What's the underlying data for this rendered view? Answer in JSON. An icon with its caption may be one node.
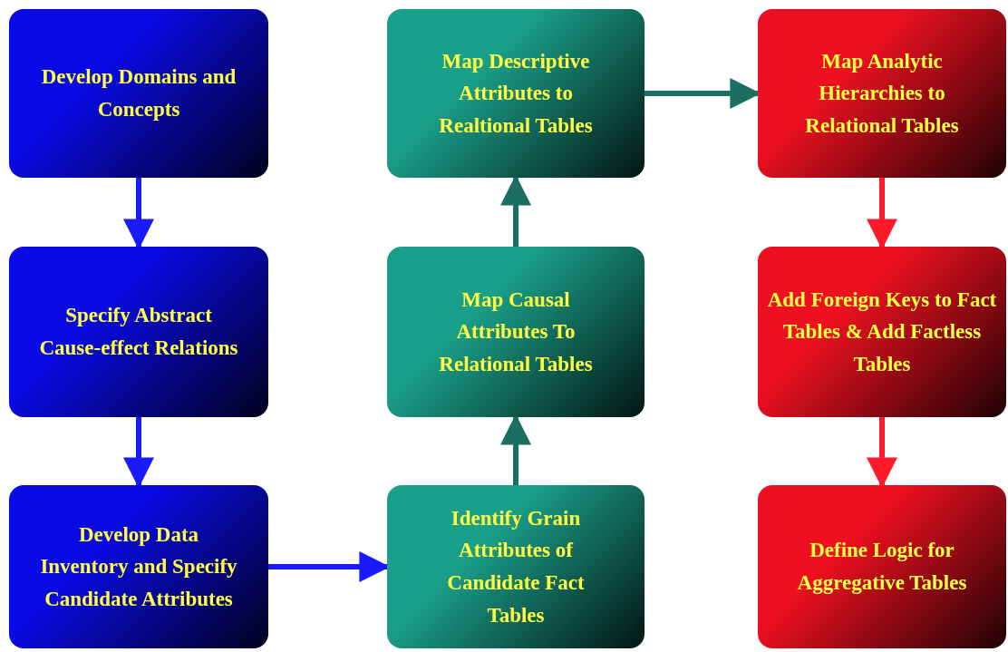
{
  "diagram": {
    "nodes": [
      {
        "text": [
          "Develop Domains and Concepts"
        ]
      },
      {
        "text": [
          "Specify Abstract Cause-effect Relations"
        ]
      },
      {
        "text": [
          "Develop Data Inventory and Specify Candidate Attributes"
        ]
      },
      {
        "text": [
          "Identify Grain Attributes of Candidate Fact Tables"
        ]
      },
      {
        "text": [
          "Map Causal Attributes To Relational Tables"
        ]
      },
      {
        "text": [
          "Map Descriptive Attributes to Realtional Tables"
        ]
      },
      {
        "text": [
          "Map Analytic Hierarchies to Relational Tables"
        ]
      },
      {
        "text": [
          "Add Foreign Keys to Fact Tables & Add Factless Tables"
        ]
      },
      {
        "text": [
          "Define Logic for Aggregative Tables"
        ]
      }
    ],
    "edges": [
      {
        "from": 0,
        "to": 1,
        "arrow": "to",
        "color": "#1a1aff"
      },
      {
        "from": 1,
        "to": 2,
        "arrow": "to",
        "color": "#1a1aff"
      },
      {
        "from": 2,
        "to": 3,
        "arrow": "to",
        "color": "#1a1aff"
      },
      {
        "from": 3,
        "to": 4,
        "arrow": "to",
        "color": "#1a6e62"
      },
      {
        "from": 4,
        "to": 5,
        "arrow": "to",
        "color": "#1a6e62"
      },
      {
        "from": 5,
        "to": 6,
        "arrow": "to",
        "color": "#1a6e62"
      },
      {
        "from": 6,
        "to": 7,
        "arrow": "to",
        "color": "#ff1a2a"
      },
      {
        "from": 7,
        "to": 8,
        "arrow": "to",
        "color": "#ff1a2a"
      }
    ]
  }
}
